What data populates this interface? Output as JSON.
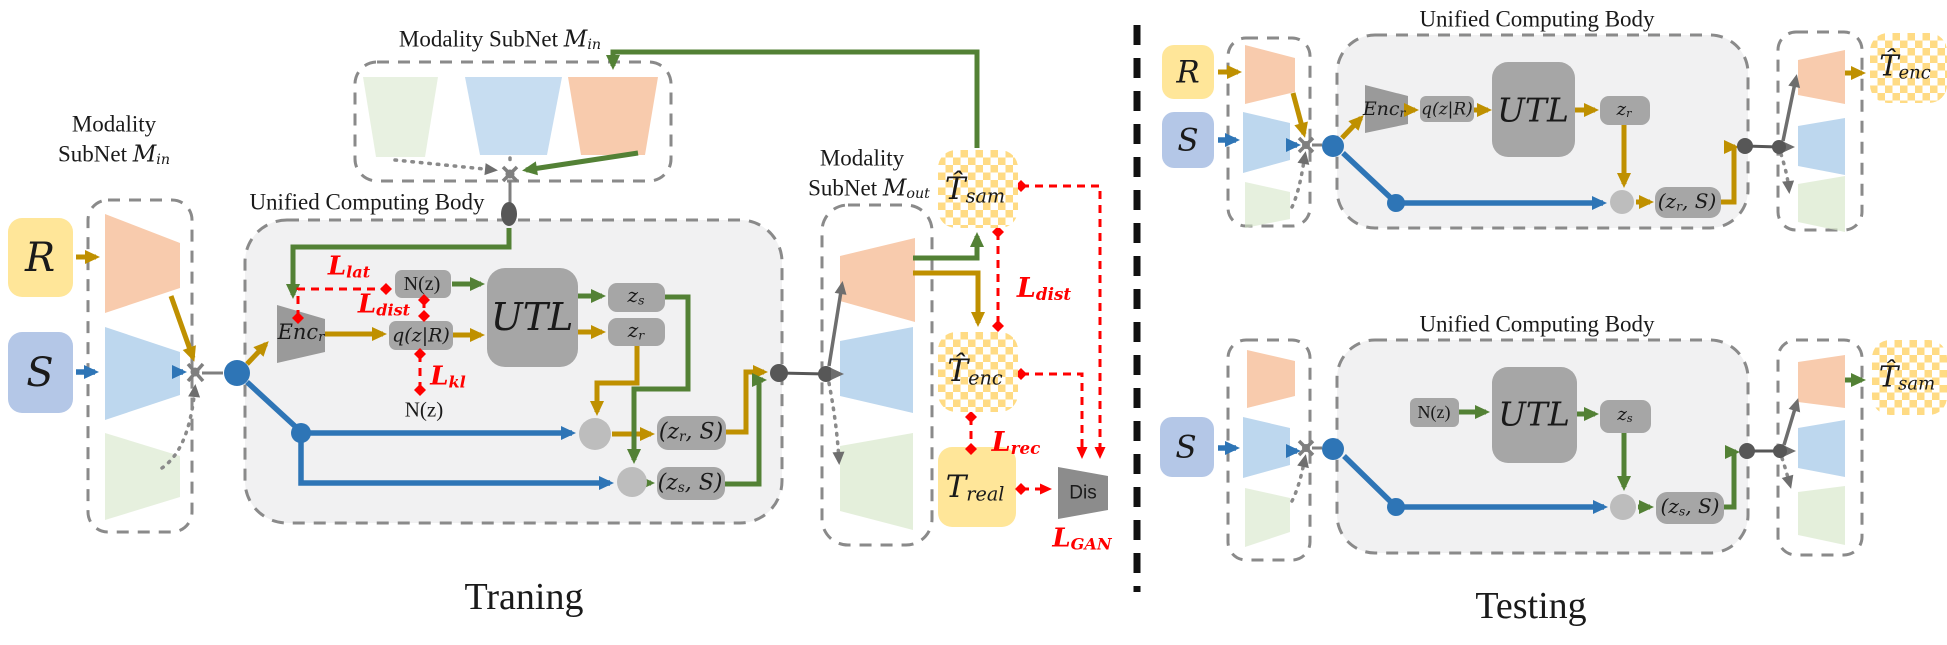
{
  "colors": {
    "gold_arrow": "#BF9000",
    "green_arrow": "#538135",
    "blue_arrow": "#2E75B6",
    "loss_red": "#FF0000",
    "gray_box": "#A6A6A6",
    "panel_gray": "#F1F1F2",
    "input_yellow": "#FFE699",
    "input_blue": "#B4C7E7",
    "trapezoid_orange": "#F8CBAD",
    "trapezoid_blue": "#BDD7EE",
    "trapezoid_green": "#D6E6C8",
    "checker_yellow": "#FFD97B"
  },
  "training": {
    "section_label": "Traning",
    "input_r": "R",
    "input_s": "S",
    "subnet_in_side": {
      "line1": "Modality",
      "line2_text": "SubNet ",
      "line2_var": "M",
      "line2_sub": "in"
    },
    "subnet_in_top": {
      "text": "Modality SubNet ",
      "var": "M",
      "sub": "in"
    },
    "ucb": {
      "label": "Unified Computing Body",
      "enc": {
        "base": "Enc",
        "sub": "r"
      },
      "nz_top": "N(z)",
      "q": "q(z|R)",
      "utl": "UTL",
      "zs": {
        "base": "z",
        "sub": "s"
      },
      "zr": {
        "base": "z",
        "sub": "r"
      },
      "nz_bottom": "N(z)",
      "pair_r": {
        "pre": "(z",
        "sub": "r",
        "post": ", S)"
      },
      "pair_s": {
        "pre": "(z",
        "sub": "s",
        "post": ", S)"
      }
    },
    "losses": {
      "lat": {
        "base": "L",
        "sub": "lat"
      },
      "dist_inner": {
        "base": "L",
        "sub": "dist"
      },
      "kl": {
        "base": "L",
        "sub": "kl"
      },
      "dist_outer": {
        "base": "L",
        "sub": "dist"
      },
      "rec": {
        "base": "L",
        "sub": "rec"
      },
      "gan": {
        "base": "L",
        "sub": "GAN"
      }
    },
    "subnet_out_side": {
      "line1": "Modality",
      "line2_text": "SubNet ",
      "line2_var": "M",
      "line2_sub": "out"
    },
    "t_sam": {
      "base": "T̂",
      "sub": "sam"
    },
    "t_enc": {
      "base": "T̂",
      "sub": "enc"
    },
    "t_real": {
      "base": "T",
      "sub": "real"
    },
    "dis": "Dis"
  },
  "testing": {
    "section_label": "Testing",
    "top": {
      "ucb_label": "Unified Computing Body",
      "input_r": "R",
      "input_s": "S",
      "enc": {
        "base": "Enc",
        "sub": "r"
      },
      "q": "q(z|R)",
      "utl": "UTL",
      "zr": {
        "base": "z",
        "sub": "r"
      },
      "pair": {
        "pre": "(z",
        "sub": "r",
        "post": ", S)"
      },
      "out": {
        "base": "T̂",
        "sub": "enc"
      }
    },
    "bottom": {
      "ucb_label": "Unified Computing Body",
      "input_s": "S",
      "nz": "N(z)",
      "utl": "UTL",
      "zs": {
        "base": "z",
        "sub": "s"
      },
      "pair": {
        "pre": "(z",
        "sub": "s",
        "post": ", S)"
      },
      "out": {
        "base": "T̂",
        "sub": "sam"
      }
    }
  }
}
